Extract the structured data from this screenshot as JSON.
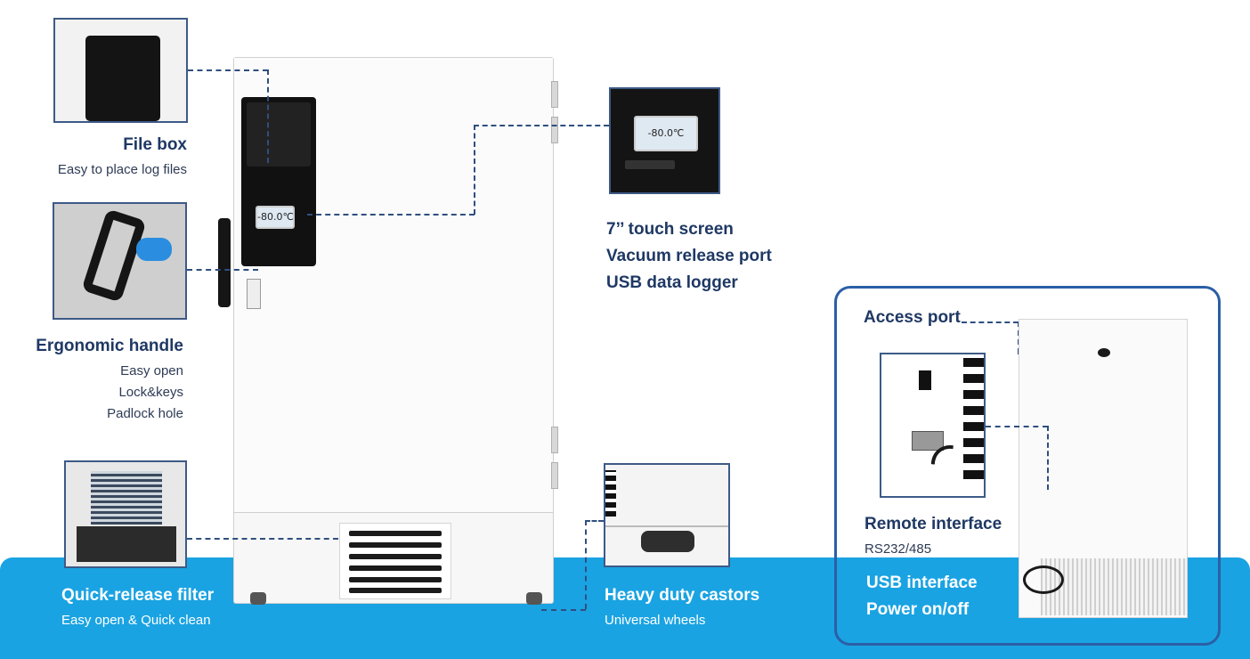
{
  "features": {
    "file_box": {
      "title": "File box",
      "subtitle": "Easy to place log files"
    },
    "handle": {
      "title": "Ergonomic handle",
      "lines": [
        "Easy open",
        "Lock&keys",
        "Padlock hole"
      ]
    },
    "filter": {
      "title": "Quick-release filter",
      "subtitle": "Easy open & Quick clean"
    },
    "screen": {
      "lines": [
        "7’’ touch screen",
        "Vacuum release port",
        "USB data logger"
      ]
    },
    "castors": {
      "title": "Heavy duty castors",
      "subtitle": "Universal wheels"
    },
    "rear": {
      "access_port": "Access port",
      "remote_title": "Remote interface",
      "remote_sub": "RS232/485",
      "usb": "USB interface",
      "power": "Power on/off"
    }
  },
  "display": {
    "temperature": "-80.0℃"
  },
  "colors": {
    "band": "#1aa3e2",
    "title": "#1f3864",
    "frame": "#2b5fa6",
    "dash": "#2f4f7f"
  }
}
